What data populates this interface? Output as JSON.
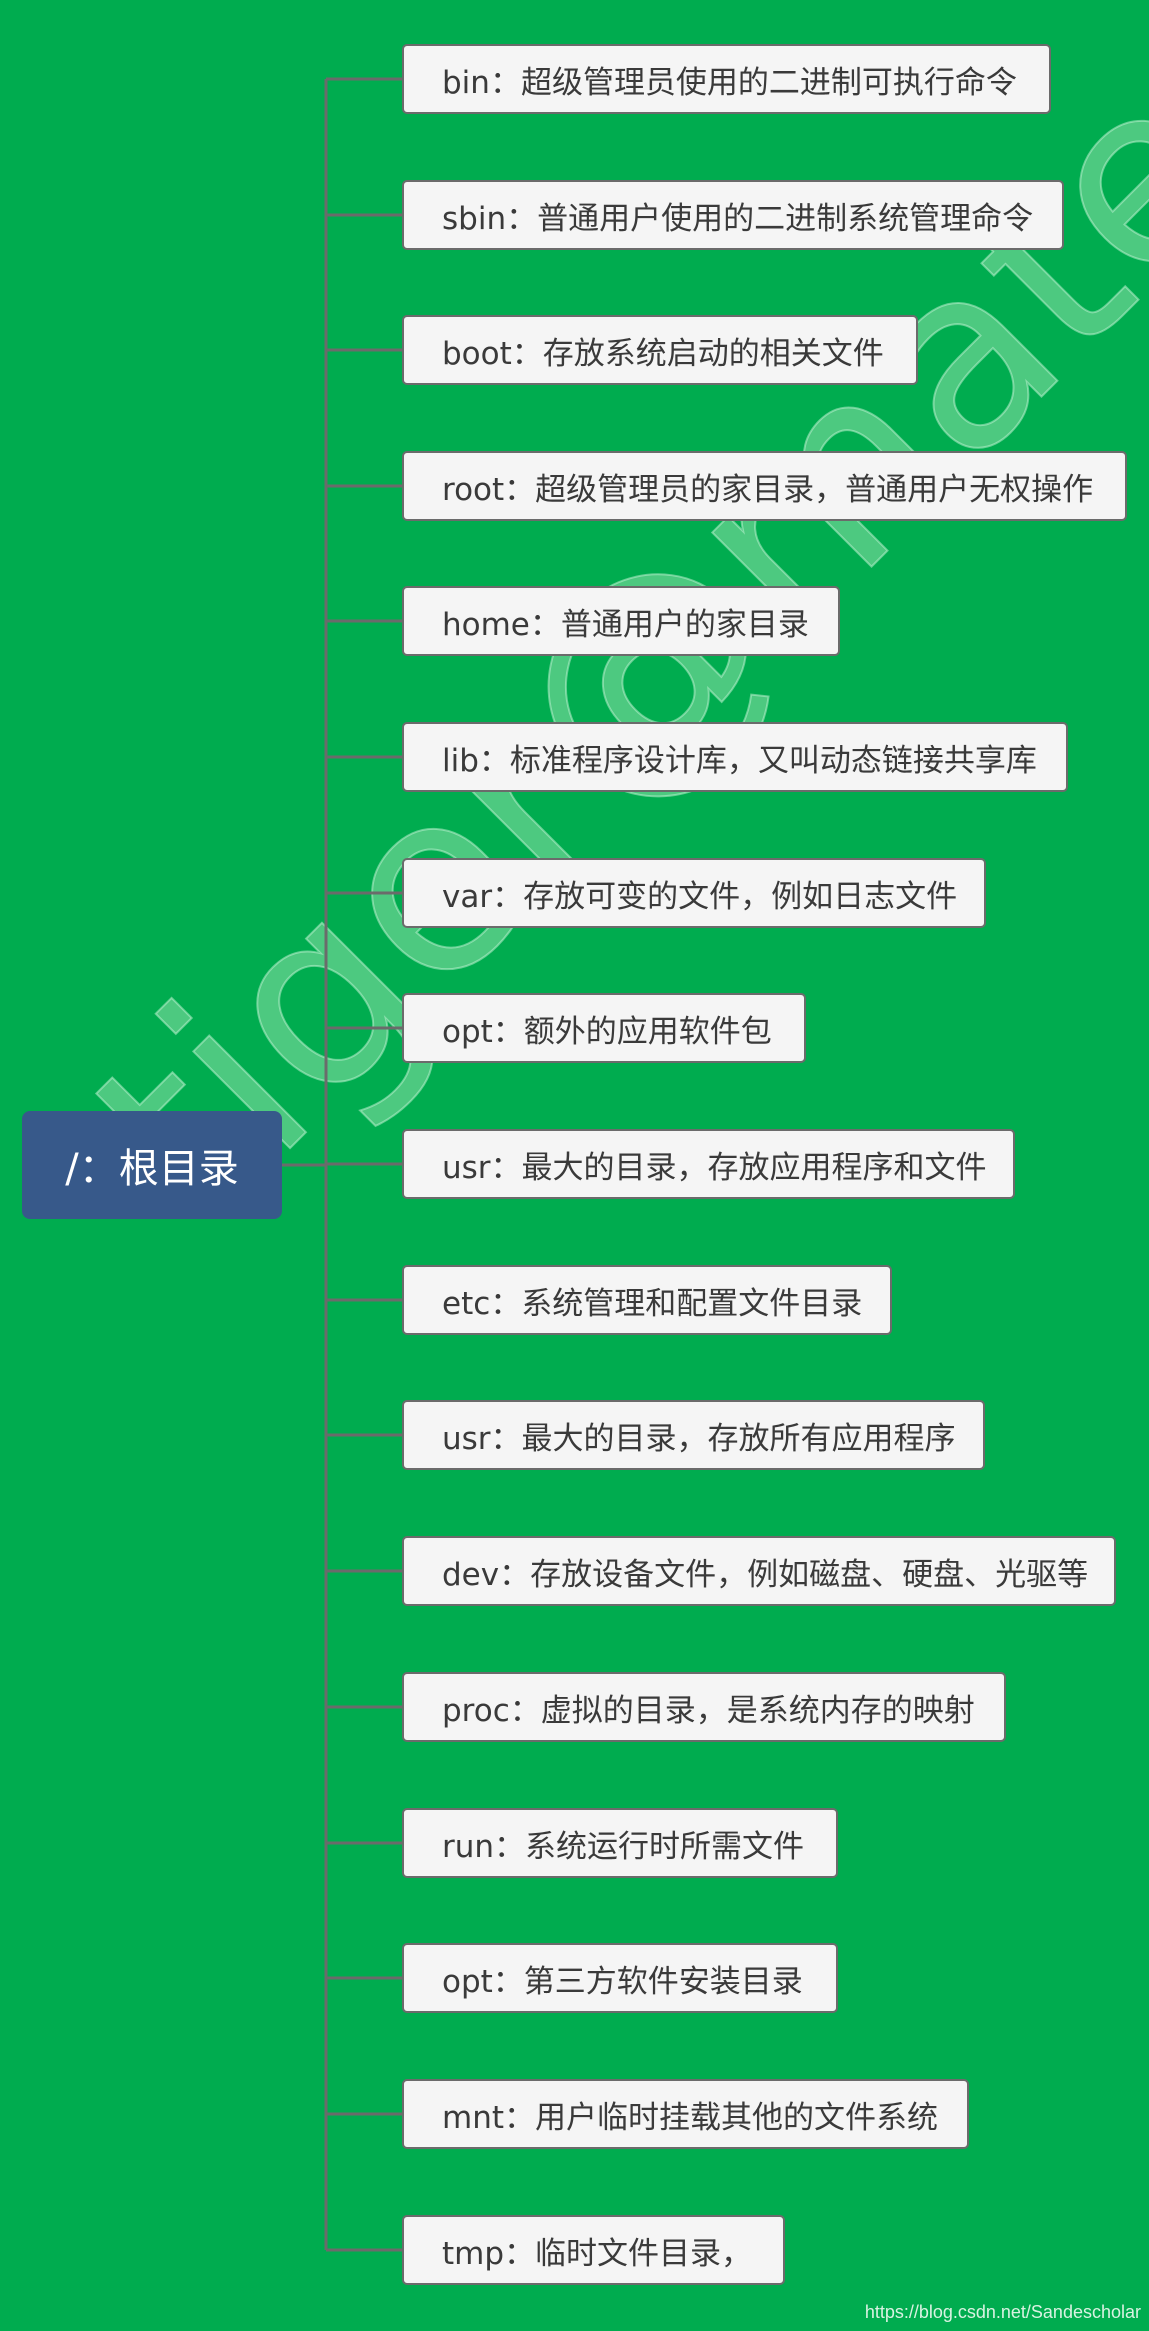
{
  "root": {
    "label": "/：根目录"
  },
  "children": [
    {
      "label": "bin：超级管理员使用的二进制可执行命令"
    },
    {
      "label": "sbin：普通用户使用的二进制系统管理命令"
    },
    {
      "label": "boot：存放系统启动的相关文件"
    },
    {
      "label": "root：超级管理员的家目录，普通用户无权操作"
    },
    {
      "label": "home：普通用户的家目录"
    },
    {
      "label": "lib：标准程序设计库，又叫动态链接共享库"
    },
    {
      "label": "var：存放可变的文件，例如日志文件"
    },
    {
      "label": "opt：额外的应用软件包"
    },
    {
      "label": "usr：最大的目录，存放应用程序和文件"
    },
    {
      "label": "etc：系统管理和配置文件目录"
    },
    {
      "label": "usr：最大的目录，存放所有应用程序"
    },
    {
      "label": "dev：存放设备文件，例如磁盘、硬盘、光驱等"
    },
    {
      "label": "proc：虚拟的目录，是系统内存的映射"
    },
    {
      "label": "run：系统运行时所需文件"
    },
    {
      "label": "opt：第三方软件安装目录"
    },
    {
      "label": "mnt：用户临时挂载其他的文件系统"
    },
    {
      "label": "tmp：临时文件目录，"
    }
  ],
  "watermark": "tiger@mateyuan",
  "credit": "https://blog.csdn.net/Sandescholar",
  "colors": {
    "background": "#00ac4f",
    "root_fill": "#37598a",
    "child_fill": "#f5f5f5",
    "child_border": "#6b6b6b",
    "connector": "#6b6b6b"
  }
}
